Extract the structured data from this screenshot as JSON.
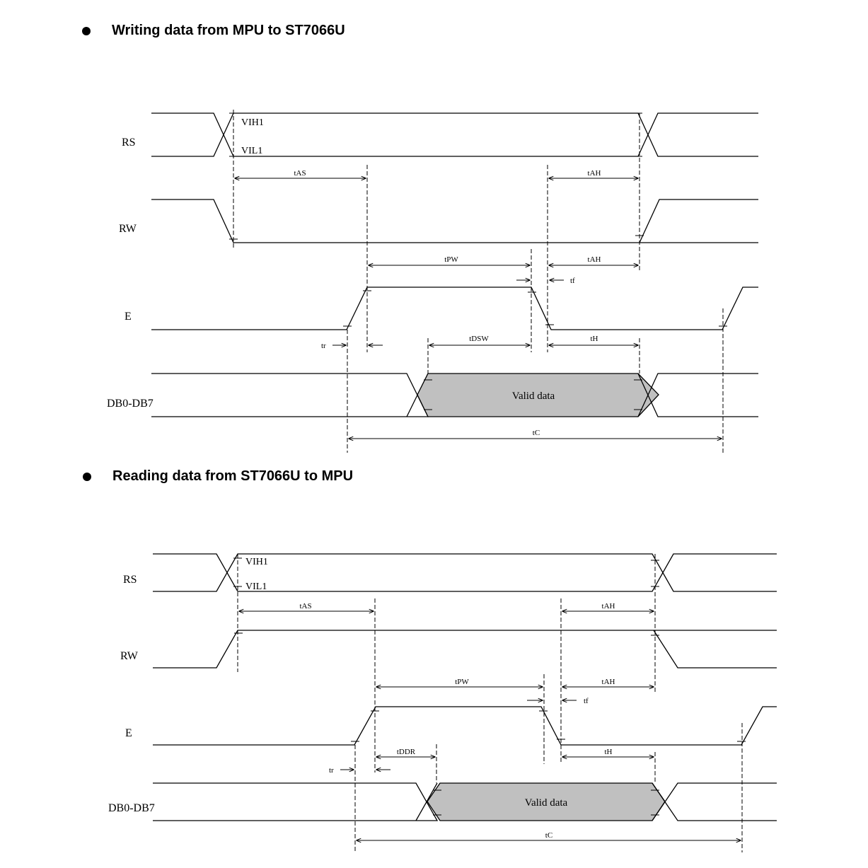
{
  "write_section": {
    "heading": "Writing data from MPU to ST7066U",
    "signals": {
      "rs": "RS",
      "rw": "RW",
      "e": "E",
      "db": "DB0-DB7"
    },
    "levels": {
      "high": "VIH1",
      "low": "VIL1"
    },
    "params": {
      "t_as": "tAS",
      "t_ah_rs": "tAH",
      "t_pw": "tPW",
      "t_ah_e": "tAH",
      "t_f": "tf",
      "t_r": "tr",
      "t_dsw": "tDSW",
      "t_h": "tH",
      "t_c": "tC"
    },
    "valid_data": "Valid data"
  },
  "read_section": {
    "heading": "Reading data from ST7066U to MPU",
    "signals": {
      "rs": "RS",
      "rw": "RW",
      "e": "E",
      "db": "DB0-DB7"
    },
    "levels": {
      "high": "VIH1",
      "low": "VIL1"
    },
    "params": {
      "t_as": "tAS",
      "t_ah_rs": "tAH",
      "t_pw": "tPW",
      "t_ah_e": "tAH",
      "t_f": "tf",
      "t_r": "tr",
      "t_ddr": "tDDR",
      "t_h": "tH",
      "t_c": "tC"
    },
    "valid_data": "Valid data"
  }
}
